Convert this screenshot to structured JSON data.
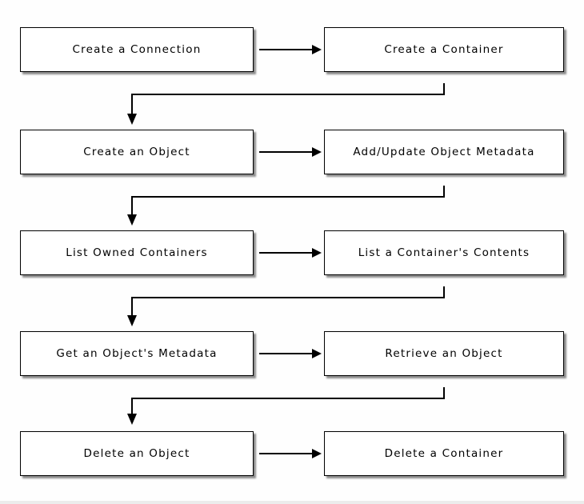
{
  "diagram": {
    "rows": [
      {
        "left": "Create a Connection",
        "right": "Create a Container"
      },
      {
        "left": "Create an Object",
        "right": "Add/Update Object Metadata"
      },
      {
        "left": "List Owned Containers",
        "right": "List a Container's Contents"
      },
      {
        "left": "Get an Object's Metadata",
        "right": "Retrieve an Object"
      },
      {
        "left": "Delete an Object",
        "right": "Delete a Container"
      }
    ],
    "colors": {
      "background": "#fefefe",
      "box_fill": "#ffffff",
      "line": "#000000",
      "shadow": "rgba(0,0,0,0.45)"
    }
  }
}
